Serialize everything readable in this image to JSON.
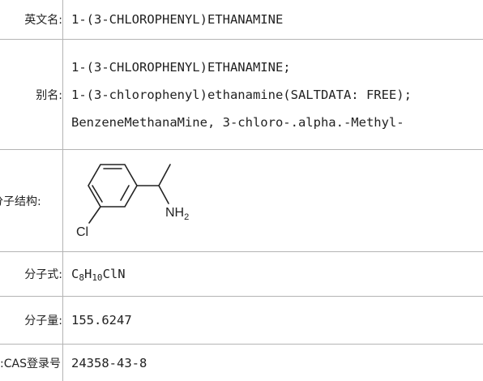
{
  "rows": {
    "english_name": {
      "label": "英文名:",
      "value": "1-(3-CHLOROPHENYL)ETHANAMINE"
    },
    "aliases": {
      "label": "别名:",
      "values": [
        "1-(3-CHLOROPHENYL)ETHANAMINE;",
        "1-(3-chlorophenyl)ethanamine(SALTDATA: FREE);",
        "BenzeneMethanaMine, 3-chloro-.alpha.-Methyl-"
      ]
    },
    "structure": {
      "label": "分子结构:",
      "atom_nh2": "NH",
      "atom_nh2_sub": "2",
      "atom_cl": "Cl"
    },
    "formula": {
      "label": "分子式:",
      "c": "C",
      "c_n": "8",
      "h": "H",
      "h_n": "10",
      "rest": "ClN"
    },
    "weight": {
      "label": "分子量:",
      "value": "155.6247"
    },
    "cas": {
      "label": "CAS登录号:",
      "value": "24358-43-8"
    }
  },
  "colors": {
    "border": "#b4b4b4",
    "text": "#222222"
  }
}
